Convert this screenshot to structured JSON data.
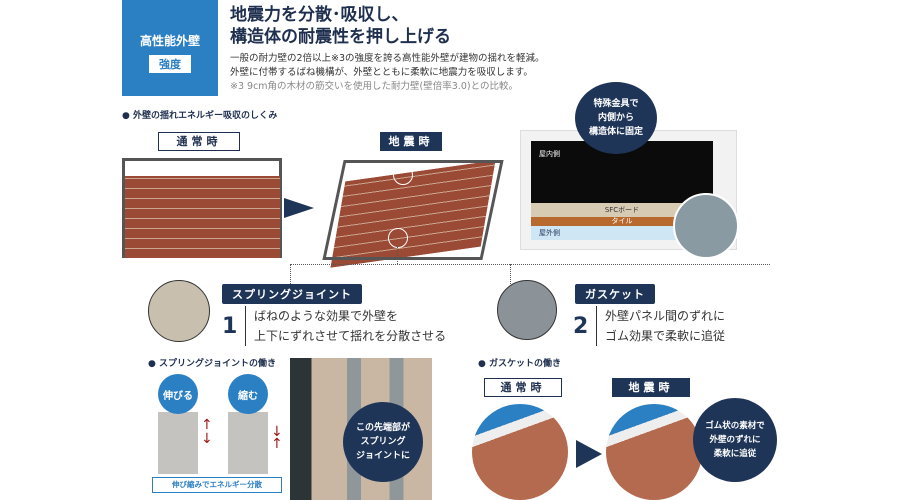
{
  "badge": {
    "category": "高性能外壁",
    "tag": "強度"
  },
  "title": {
    "line1": "地震力を分散･吸収し、",
    "line2": "構造体の耐震性を押し上げる"
  },
  "description": {
    "line1": "一般の耐力壁の2倍以上※3の強度を誇る高性能外壁が建物の揺れを軽減。",
    "line2": "外壁に付帯するばね機構が、外壁とともに柔軟に地震力を吸収します。",
    "note": "※3  9cm角の木材の筋交いを使用した耐力壁(壁倍率3.0)との比較。"
  },
  "mechanism": {
    "heading": "● 外壁の揺れエネルギー吸収のしくみ",
    "normal_label": "通常時",
    "quake_label": "地震時",
    "bubble": "特殊金具で\n内側から\n構造体に固定",
    "indoor": "屋内側",
    "outdoor": "屋外側",
    "board": "SFCボード",
    "tile": "タイル"
  },
  "features": [
    {
      "name": "スプリングジョイント",
      "number": "1",
      "line1": "ばねのような効果で外壁を",
      "line2": "上下にずれさせて揺れを分散させる"
    },
    {
      "name": "ガスケット",
      "number": "2",
      "line1": "外壁パネル間のずれに",
      "line2": "ゴム効果で柔軟に追従"
    }
  ],
  "spring": {
    "heading": "● スプリングジョイントの働き",
    "stretch": "伸びる",
    "shrink": "縮む",
    "band": "伸び縮みでエネルギー分散",
    "photo_bubble": "この先端部が\nスプリング\nジョイントに"
  },
  "gasket": {
    "heading": "● ガスケットの働き",
    "normal_label": "通常時",
    "quake_label": "地震時",
    "bubble": "ゴム状の素材で\n外壁のずれに\n柔軟に追従"
  },
  "colors": {
    "navy": "#1f3558",
    "blue": "#2b7fc3",
    "brick": "#9a4a35",
    "arrow_red": "#a01818"
  }
}
